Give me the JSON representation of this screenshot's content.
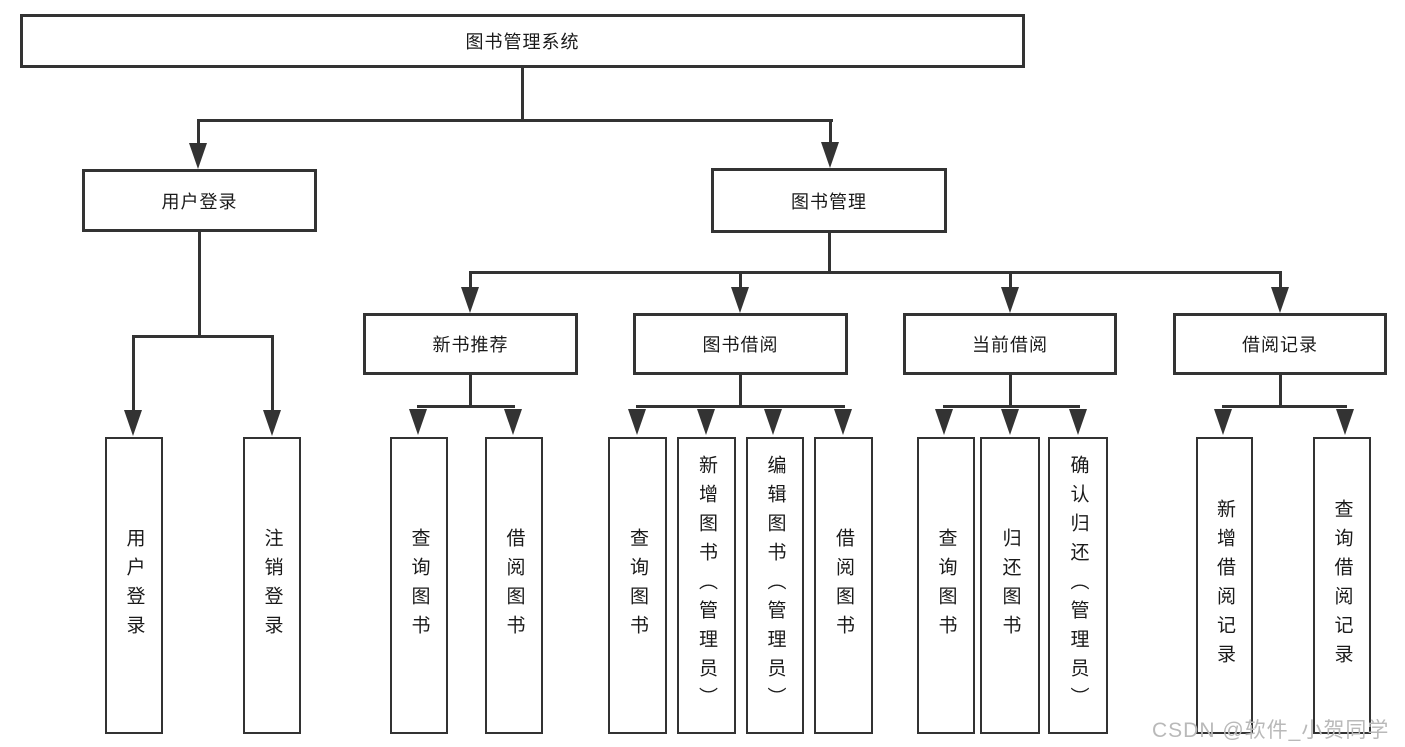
{
  "tree": {
    "root": {
      "label": "图书管理系统",
      "children": [
        {
          "label": "用户登录",
          "children": [
            {
              "label": "用户登录"
            },
            {
              "label": "注销登录"
            }
          ]
        },
        {
          "label": "图书管理",
          "children": [
            {
              "label": "新书推荐",
              "children": [
                {
                  "label": "查询图书"
                },
                {
                  "label": "借阅图书"
                }
              ]
            },
            {
              "label": "图书借阅",
              "children": [
                {
                  "label": "查询图书"
                },
                {
                  "label": "新增图书（管理员）"
                },
                {
                  "label": "编辑图书（管理员）"
                },
                {
                  "label": "借阅图书"
                }
              ]
            },
            {
              "label": "当前借阅",
              "children": [
                {
                  "label": "查询图书"
                },
                {
                  "label": "归还图书"
                },
                {
                  "label": "确认归还（管理员）"
                }
              ]
            },
            {
              "label": "借阅记录",
              "children": [
                {
                  "label": "新增借阅记录"
                },
                {
                  "label": "查询借阅记录"
                }
              ]
            }
          ]
        }
      ]
    }
  },
  "watermark": {
    "text": "CSDN @软件_小贺同学"
  },
  "colors": {
    "line": "#333333",
    "text": "#1a1a1a",
    "watermark": "#b9b9b9",
    "background": "#ffffff"
  }
}
